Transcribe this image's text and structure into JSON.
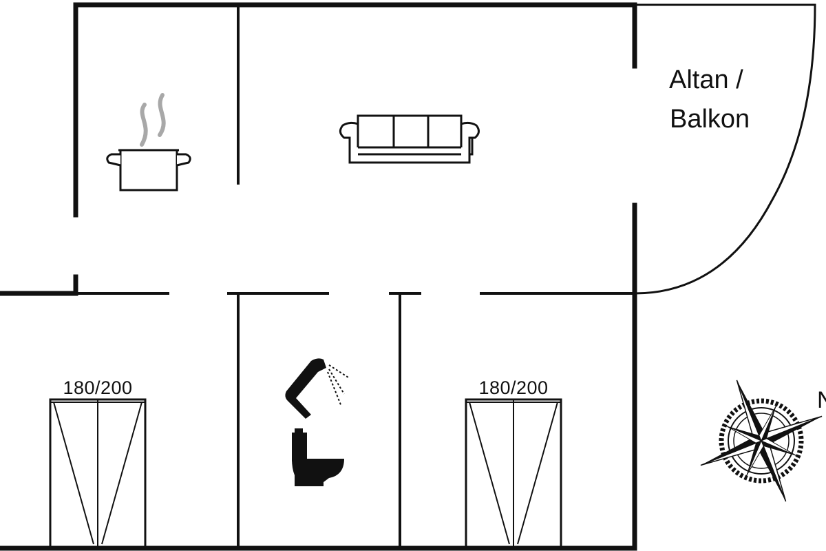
{
  "plan": {
    "balcony_label_line1": "Altan /",
    "balcony_label_line2": "Balkon",
    "bedroom_left_bed_size": "180/200",
    "bedroom_right_bed_size": "180/200",
    "north_marker": "N"
  },
  "colors": {
    "wall": "#111111",
    "background": "#ffffff",
    "steam": "#a8a8a8"
  },
  "icons": [
    "cooking-pot-icon",
    "steam-icon",
    "sofa-icon",
    "shower-icon",
    "toilet-icon",
    "double-bed-icon",
    "compass-rose-icon"
  ]
}
